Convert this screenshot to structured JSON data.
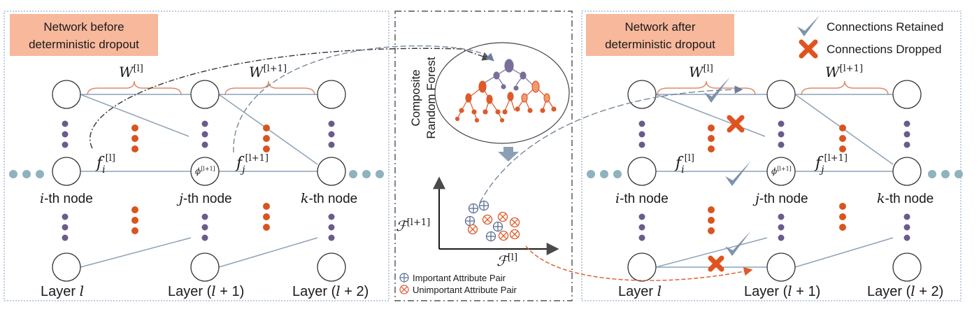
{
  "left_panel": {
    "title_line1": "Network before",
    "title_line2": "deterministic dropout",
    "weights": [
      {
        "sym": "W",
        "sup": "[l]"
      },
      {
        "sym": "W",
        "sup": "[l+1]"
      }
    ],
    "features": [
      {
        "sym": "f",
        "sub": "i",
        "sup": "[l]"
      },
      {
        "sym": "f",
        "sub": "j",
        "sup": "[l+1]"
      }
    ],
    "phi_label": "ϕ",
    "phi_sup": "[l+1]",
    "node_labels": [
      {
        "var": "i",
        "text": "-th node"
      },
      {
        "var": "j",
        "text": "-th node"
      },
      {
        "var": "k",
        "text": "-th node"
      }
    ],
    "layer_labels": [
      {
        "text": "Layer ",
        "math": "l",
        "pre": "",
        "post": ""
      },
      {
        "text": "Layer ",
        "math": "l",
        "pre": "(",
        "post": " + 1)"
      },
      {
        "text": "Layer ",
        "math": "l",
        "pre": "(",
        "post": " + 2)"
      }
    ]
  },
  "center_panel": {
    "forest_label_line1": "Composite",
    "forest_label_line2": "Random Forest",
    "y_axis": {
      "sym": "ℱ",
      "sup": "[l+1]"
    },
    "x_axis": {
      "sym": "ℱ",
      "sup": "[l]"
    },
    "scatter_points": [
      {
        "kind": "important",
        "label": "⊕"
      },
      {
        "kind": "important",
        "label": "⊕"
      },
      {
        "kind": "important",
        "label": "⊕"
      },
      {
        "kind": "important",
        "label": "⊕"
      },
      {
        "kind": "important",
        "label": "⊕"
      },
      {
        "kind": "unimportant",
        "label": "⊗"
      },
      {
        "kind": "unimportant",
        "label": "⊗"
      },
      {
        "kind": "unimportant",
        "label": "⊗"
      },
      {
        "kind": "unimportant",
        "label": "⊗"
      },
      {
        "kind": "unimportant",
        "label": "⊗"
      },
      {
        "kind": "unimportant",
        "label": "⊗"
      }
    ],
    "legend": [
      {
        "kind": "important",
        "label": "Important Attribute Pair"
      },
      {
        "kind": "unimportant",
        "label": "Unimportant Attribute Pair"
      }
    ]
  },
  "right_panel": {
    "title_line1": "Network after",
    "title_line2": "deterministic dropout",
    "legend": [
      {
        "icon": "check",
        "label": "Connections Retained"
      },
      {
        "icon": "cross",
        "label": "Connections Dropped"
      }
    ],
    "weights": [
      {
        "sym": "W",
        "sup": "[l]"
      },
      {
        "sym": "W",
        "sup": "[l+1]"
      }
    ],
    "features": [
      {
        "sym": "f",
        "sub": "i",
        "sup": "[l]"
      },
      {
        "sym": "f",
        "sub": "j",
        "sup": "[l+1]"
      }
    ],
    "phi_label": "ϕ",
    "phi_sup": "[l+1]",
    "node_labels": [
      {
        "var": "i",
        "text": "-th node"
      },
      {
        "var": "j",
        "text": "-th node"
      },
      {
        "var": "k",
        "text": "-th node"
      }
    ],
    "layer_labels": [
      {
        "text": "Layer ",
        "math": "l",
        "pre": "",
        "post": ""
      },
      {
        "text": "Layer ",
        "math": "l",
        "pre": "(",
        "post": " + 1)"
      },
      {
        "text": "Layer ",
        "math": "l",
        "pre": "(",
        "post": " + 2)"
      }
    ]
  },
  "colors": {
    "title_box": "#f7b89c",
    "edge": "#8ea2b8",
    "node_stroke": "#333333",
    "dots_purple": "#6b5b8c",
    "dots_orange": "#d9541e",
    "dots_teal": "#8fb2be",
    "brace": "#e08a6a",
    "check": "#7d93ab",
    "cross": "#e0531f",
    "tree_purple": "#7a6f99",
    "tree_orange": "#dd5a2b"
  }
}
